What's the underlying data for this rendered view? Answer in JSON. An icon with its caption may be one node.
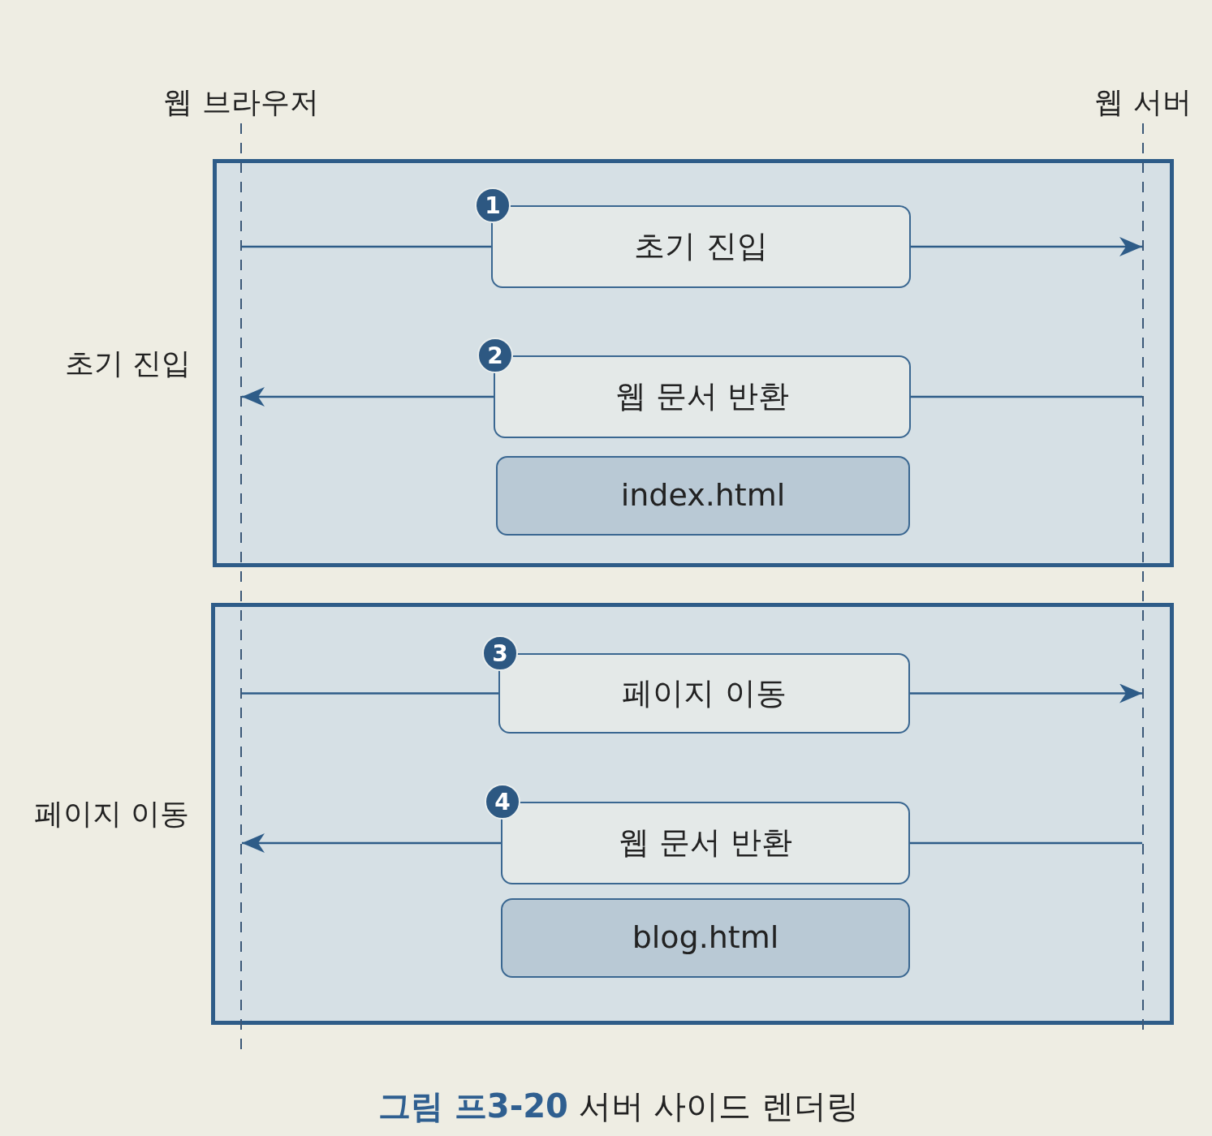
{
  "diagram": {
    "caption": "**그림 프3-20** 서버 사이드 렌더링",
    "nodes": [
      {
        "text": [
          "웹 브라우저"
        ]
      },
      {
        "text": [
          "웹 서버"
        ]
      },
      {
        "text": [
          "초기 진입"
        ]
      },
      {
        "text": [
          "1",
          "초기 진입"
        ],
        "in": 2
      },
      {
        "text": [
          "2",
          "웹 문서 반환"
        ],
        "in": 2
      },
      {
        "text": [
          "index.html"
        ],
        "in": 2
      },
      {
        "text": [
          "페이지 이동"
        ]
      },
      {
        "text": [
          "3",
          "페이지 이동"
        ],
        "in": 6
      },
      {
        "text": [
          "4",
          "웹 문서 반환"
        ],
        "in": 6
      },
      {
        "text": [
          "blog.html"
        ],
        "in": 6
      }
    ],
    "edges": [
      {
        "from": 0,
        "to": 3,
        "arrow": "none"
      },
      {
        "from": 3,
        "to": 1,
        "arrow": "to"
      },
      {
        "from": 1,
        "to": 4,
        "arrow": "none"
      },
      {
        "from": 4,
        "to": 0,
        "arrow": "to"
      },
      {
        "from": 0,
        "to": 7,
        "arrow": "none"
      },
      {
        "from": 7,
        "to": 1,
        "arrow": "to"
      },
      {
        "from": 1,
        "to": 8,
        "arrow": "none"
      },
      {
        "from": 8,
        "to": 0,
        "arrow": "to"
      }
    ]
  }
}
